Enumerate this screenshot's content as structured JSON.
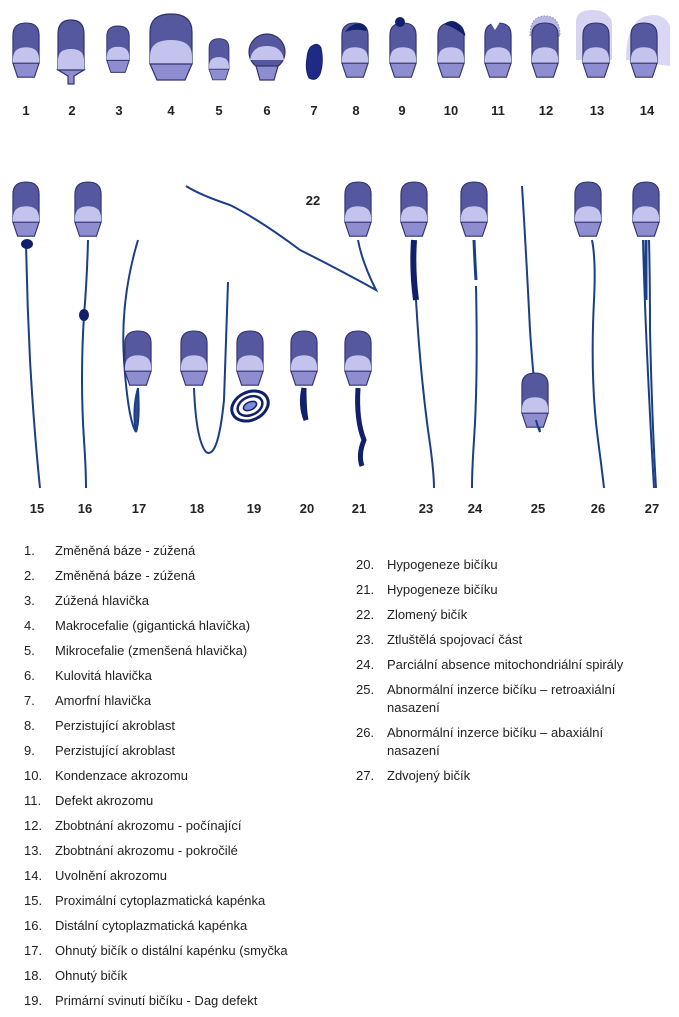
{
  "figure": {
    "numbers": [
      "1",
      "2",
      "3",
      "4",
      "5",
      "6",
      "7",
      "8",
      "9",
      "10",
      "11",
      "12",
      "13",
      "14",
      "15",
      "16",
      "17",
      "18",
      "19",
      "20",
      "21",
      "22",
      "23",
      "24",
      "25",
      "26",
      "27"
    ]
  },
  "colors": {
    "head": "#55579f",
    "acrosome": "#c4c3ee",
    "midpiece": "#8e8dd0",
    "outline": "#303270",
    "tail": "#1a3f86",
    "droplet": "#10206a"
  },
  "legend": {
    "left": [
      {
        "n": "1.",
        "t": "Změněná báze - zúžená"
      },
      {
        "n": "2.",
        "t": "Změněná báze - zúžená"
      },
      {
        "n": "3.",
        "t": "Zúžená hlavička"
      },
      {
        "n": "4.",
        "t": "Makrocefalie (gigantická hlavička)"
      },
      {
        "n": "5.",
        "t": "Mikrocefalie (zmenšená hlavička)"
      },
      {
        "n": "6.",
        "t": "Kulovitá hlavička"
      },
      {
        "n": "7.",
        "t": "Amorfní hlavička"
      },
      {
        "n": "8.",
        "t": "Perzistující akroblast"
      },
      {
        "n": "9.",
        "t": "Perzistující akroblast"
      },
      {
        "n": "10.",
        "t": "Kondenzace akrozomu"
      },
      {
        "n": "11.",
        "t": "Defekt akrozomu"
      },
      {
        "n": "12.",
        "t": "Zbobtnání akrozomu - počínající"
      },
      {
        "n": "13.",
        "t": "Zbobtnání akrozomu - pokročilé"
      },
      {
        "n": "14.",
        "t": "Uvolnění akrozomu"
      },
      {
        "n": "15.",
        "t": "Proximální cytoplazmatická kapénka"
      },
      {
        "n": "16.",
        "t": "Distální cytoplazmatická kapénka"
      },
      {
        "n": "17.",
        "t": "Ohnutý bičík o distální kapénku (smyčka"
      },
      {
        "n": "18.",
        "t": "Ohnutý bičík"
      },
      {
        "n": "19.",
        "t": "Primární svinutí bičíku - Dag defekt"
      }
    ],
    "right": [
      {
        "n": "20.",
        "t": "Hypogeneze bičíku"
      },
      {
        "n": "21.",
        "t": "Hypogeneze bičíku"
      },
      {
        "n": "22.",
        "t": "Zlomený bičík"
      },
      {
        "n": "23.",
        "t": "Ztluštělá spojovací část"
      },
      {
        "n": "24.",
        "t": "Parciální absence mitochondriální spirály"
      },
      {
        "n": "25.",
        "t": "Abnormální inzerce bičíku – retroaxiální nasazení"
      },
      {
        "n": "26.",
        "t": "Abnormální inzerce bičíku – abaxiální nasazení"
      },
      {
        "n": "27.",
        "t": "Zdvojený bičík"
      }
    ]
  }
}
